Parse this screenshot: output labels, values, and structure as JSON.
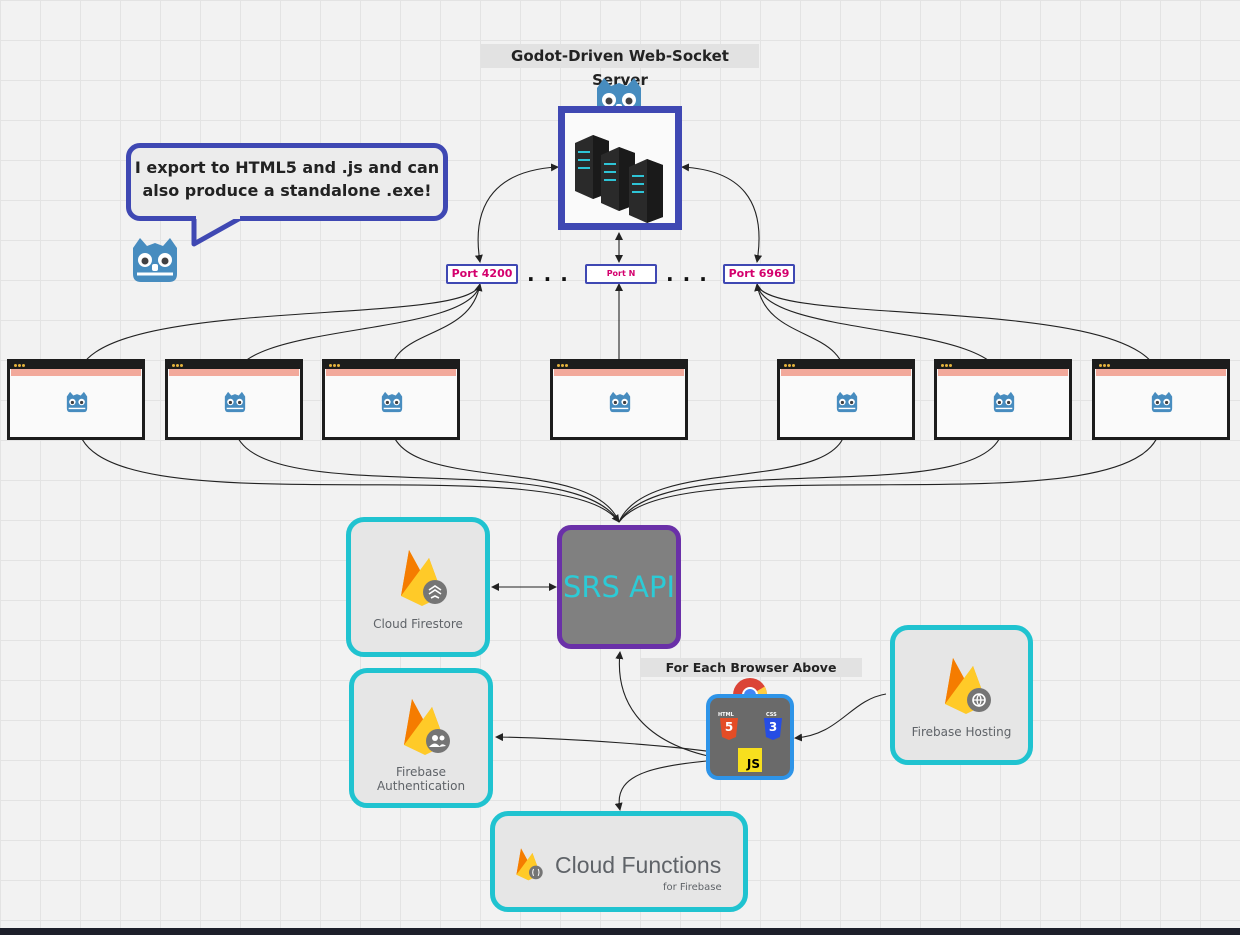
{
  "server": {
    "title": "Godot-Driven Web-Socket Server"
  },
  "speech_bubble": {
    "line1": "I export to HTML5 and .js and can",
    "line2": "also produce a standalone .exe!"
  },
  "ports": {
    "left": "Port 4200",
    "middle": "Port N",
    "right": "Port 6969",
    "ellipsis": "..."
  },
  "browsers": [
    {
      "id": "browser-1"
    },
    {
      "id": "browser-2"
    },
    {
      "id": "browser-3"
    },
    {
      "id": "browser-4"
    },
    {
      "id": "browser-5"
    },
    {
      "id": "browser-6"
    },
    {
      "id": "browser-7"
    }
  ],
  "services": {
    "firestore": "Cloud Firestore",
    "auth": "Firebase Authentication",
    "hosting": "Firebase Hosting",
    "functions_title": "Cloud Functions",
    "functions_sub": "for Firebase"
  },
  "api": {
    "label": "SRS API"
  },
  "client": {
    "caption": "For Each Browser Above",
    "html_badge": "HTML",
    "html_num": "5",
    "css_badge": "CSS",
    "css_num": "3",
    "js_badge": "JS"
  },
  "colors": {
    "port_border": "#3f48b3",
    "port_text": "#d4006d",
    "card_border": "#20c3d0",
    "api_border": "#6a30a8",
    "api_text": "#2ccbd6",
    "godot_blue": "#478cbf"
  }
}
